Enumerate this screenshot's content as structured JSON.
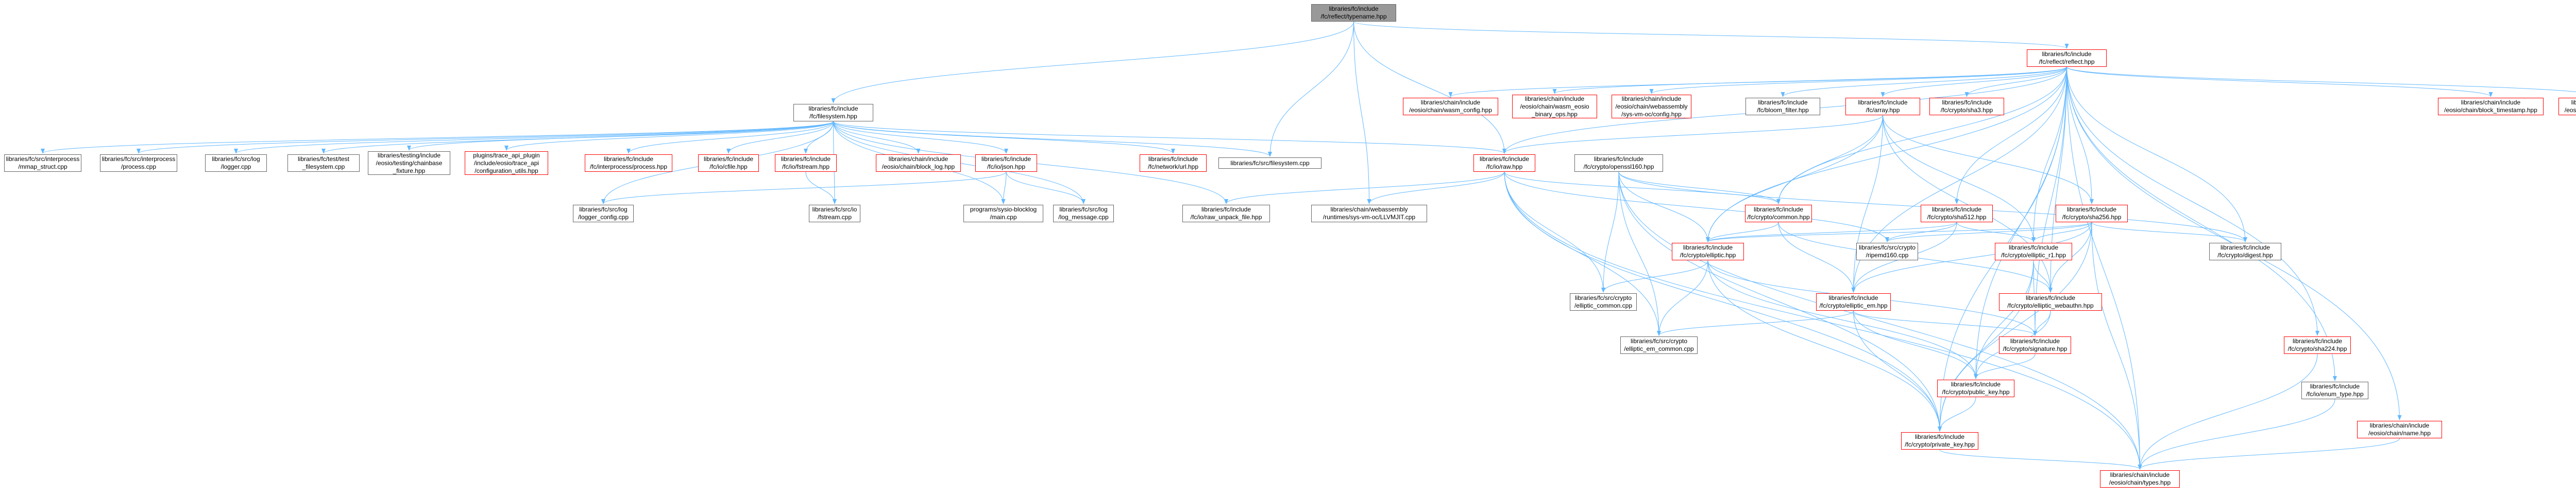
{
  "diagram": {
    "edge_color": "#63b8ff",
    "node_border": "#666666",
    "missing_border": "#ff0000",
    "root_fill": "#999999",
    "nodes": [
      {
        "id": "root",
        "label": "libraries/fc/include\n/fc/reflect/typename.hpp",
        "style": "root"
      },
      {
        "id": "reflect",
        "label": "libraries/fc/include\n/fc/reflect/reflect.hpp",
        "style": "red"
      },
      {
        "id": "filesystem",
        "label": "libraries/fc/include\n/fc/filesystem.hpp",
        "style": "normal"
      },
      {
        "id": "eosio_config",
        "label": "libraries/chain/include\n/eosio/chain/wasm_config.hpp",
        "style": "red"
      },
      {
        "id": "wasm_binary",
        "label": "libraries/chain/include\n/eosio/chain/wasm_eosio\n_binary_ops.hpp",
        "style": "red"
      },
      {
        "id": "webassembly_config",
        "label": "libraries/chain/include\n/eosio/chain/webassembly\n/sys-vm-oc/config.hpp",
        "style": "red"
      },
      {
        "id": "bloom",
        "label": "libraries/fc/include\n/fc/bloom_filter.hpp",
        "style": "normal"
      },
      {
        "id": "array",
        "label": "libraries/fc/include\n/fc/array.hpp",
        "style": "red"
      },
      {
        "id": "sha3",
        "label": "libraries/fc/include\n/fc/crypto/sha3.hpp",
        "style": "red"
      },
      {
        "id": "block_ts",
        "label": "libraries/chain/include\n/eosio/chain/block_timestamp.hpp",
        "style": "red"
      },
      {
        "id": "kv_config",
        "label": "libraries/chain/include\n/eosio/chain/kv_config.hpp",
        "style": "red"
      },
      {
        "id": "interproc_mmap",
        "label": "libraries/fc/src/interprocess\n/mmap_struct.cpp",
        "style": "normal"
      },
      {
        "id": "interproc_process",
        "label": "libraries/fc/src/interprocess\n/process.cpp",
        "style": "normal"
      },
      {
        "id": "log_logger",
        "label": "libraries/fc/src/log\n/logger.cpp",
        "style": "normal"
      },
      {
        "id": "test_fs",
        "label": "libraries/fc/test/test\n_filesystem.cpp",
        "style": "normal"
      },
      {
        "id": "testing_chainbase",
        "label": "libraries/testing/include\n/eosio/testing/chainbase\n_fixture.hpp",
        "style": "normal"
      },
      {
        "id": "trace_api",
        "label": "plugins/trace_api_plugin\n/include/eosio/trace_api\n/configuration_utils.hpp",
        "style": "red"
      },
      {
        "id": "fc_process",
        "label": "libraries/fc/include\n/fc/interprocess/process.hpp",
        "style": "red"
      },
      {
        "id": "fc_io",
        "label": "libraries/fc/include\n/fc/io/cfile.hpp",
        "style": "red"
      },
      {
        "id": "fstream",
        "label": "libraries/fc/include\n/fc/io/fstream.hpp",
        "style": "red"
      },
      {
        "id": "block_log",
        "label": "libraries/chain/include\n/eosio/chain/block_log.hpp",
        "style": "red"
      },
      {
        "id": "json",
        "label": "libraries/fc/include\n/fc/io/json.hpp",
        "style": "red"
      },
      {
        "id": "network_url",
        "label": "libraries/fc/include\n/fc/network/url.hpp",
        "style": "red"
      },
      {
        "id": "fs_cpp",
        "label": "libraries/fc/src/filesystem.cpp",
        "style": "normal"
      },
      {
        "id": "raw",
        "label": "libraries/fc/include\n/fc/io/raw.hpp",
        "style": "red"
      },
      {
        "id": "openssl160",
        "label": "libraries/fc/include\n/fc/crypto/openssl160.hpp",
        "style": "normal"
      },
      {
        "id": "logger_config",
        "label": "libraries/fc/src/log\n/logger_config.cpp",
        "style": "normal"
      },
      {
        "id": "fstream_cpp",
        "label": "libraries/fc/src/io\n/fstream.cpp",
        "style": "normal"
      },
      {
        "id": "sysio_main",
        "label": "programs/sysio-blocklog\n/main.cpp",
        "style": "normal"
      },
      {
        "id": "log_message",
        "label": "libraries/fc/src/log\n/log_message.cpp",
        "style": "normal"
      },
      {
        "id": "raw_unpack",
        "label": "libraries/fc/include\n/fc/io/raw_unpack_file.hpp",
        "style": "normal"
      },
      {
        "id": "runtimes",
        "label": "libraries/chain/webassembly\n/runtimes/sys-vm-oc/LLVMJIT.cpp",
        "style": "normal"
      },
      {
        "id": "common",
        "label": "libraries/fc/include\n/fc/crypto/common.hpp",
        "style": "red"
      },
      {
        "id": "sha512",
        "label": "libraries/fc/include\n/fc/crypto/sha512.hpp",
        "style": "red"
      },
      {
        "id": "sha256",
        "label": "libraries/fc/include\n/fc/crypto/sha256.hpp",
        "style": "red"
      },
      {
        "id": "elliptic",
        "label": "libraries/fc/include\n/fc/crypto/elliptic.hpp",
        "style": "red"
      },
      {
        "id": "ripemd_cpp",
        "label": "libraries/fc/src/crypto\n/ripemd160.cpp",
        "style": "normal"
      },
      {
        "id": "elliptic_r1",
        "label": "libraries/fc/include\n/fc/crypto/elliptic_r1.hpp",
        "style": "red"
      },
      {
        "id": "digest",
        "label": "libraries/fc/include\n/fc/crypto/digest.hpp",
        "style": "normal"
      },
      {
        "id": "elliptic_common",
        "label": "libraries/fc/src/crypto\n/elliptic_common.cpp",
        "style": "normal"
      },
      {
        "id": "elliptic_em",
        "label": "libraries/fc/include\n/fc/crypto/elliptic_em.hpp",
        "style": "red"
      },
      {
        "id": "webauthn",
        "label": "libraries/fc/include\n/fc/crypto/elliptic_webauthn.hpp",
        "style": "red"
      },
      {
        "id": "elliptic_em_common",
        "label": "libraries/fc/src/crypto\n/elliptic_em_common.cpp",
        "style": "normal"
      },
      {
        "id": "signature",
        "label": "libraries/fc/include\n/fc/crypto/signature.hpp",
        "style": "red"
      },
      {
        "id": "sha224",
        "label": "libraries/fc/include\n/fc/crypto/sha224.hpp",
        "style": "red"
      },
      {
        "id": "public_key",
        "label": "libraries/fc/include\n/fc/crypto/public_key.hpp",
        "style": "red"
      },
      {
        "id": "enum_type",
        "label": "libraries/fc/include\n/fc/io/enum_type.hpp",
        "style": "normal"
      },
      {
        "id": "name",
        "label": "libraries/chain/include\n/eosio/chain/name.hpp",
        "style": "red"
      },
      {
        "id": "private_key",
        "label": "libraries/fc/include\n/fc/crypto/private_key.hpp",
        "style": "red"
      },
      {
        "id": "types",
        "label": "libraries/chain/include\n/eosio/chain/types.hpp",
        "style": "red"
      }
    ],
    "edges": [
      [
        "root",
        "reflect"
      ],
      [
        "root",
        "filesystem"
      ],
      [
        "root",
        "raw"
      ],
      [
        "root",
        "runtimes"
      ],
      [
        "root",
        "fs_cpp"
      ],
      [
        "reflect",
        "eosio_config"
      ],
      [
        "reflect",
        "wasm_binary"
      ],
      [
        "reflect",
        "webassembly_config"
      ],
      [
        "reflect",
        "bloom"
      ],
      [
        "reflect",
        "array"
      ],
      [
        "reflect",
        "sha3"
      ],
      [
        "reflect",
        "block_ts"
      ],
      [
        "reflect",
        "kv_config"
      ],
      [
        "reflect",
        "raw"
      ],
      [
        "reflect",
        "common"
      ],
      [
        "reflect",
        "sha512"
      ],
      [
        "reflect",
        "sha256"
      ],
      [
        "reflect",
        "elliptic"
      ],
      [
        "reflect",
        "elliptic_r1"
      ],
      [
        "reflect",
        "digest"
      ],
      [
        "reflect",
        "elliptic_em"
      ],
      [
        "reflect",
        "webauthn"
      ],
      [
        "reflect",
        "signature"
      ],
      [
        "reflect",
        "sha224"
      ],
      [
        "reflect",
        "public_key"
      ],
      [
        "reflect",
        "enum_type"
      ],
      [
        "reflect",
        "name"
      ],
      [
        "reflect",
        "private_key"
      ],
      [
        "reflect",
        "types"
      ],
      [
        "filesystem",
        "interproc_mmap"
      ],
      [
        "filesystem",
        "interproc_process"
      ],
      [
        "filesystem",
        "log_logger"
      ],
      [
        "filesystem",
        "test_fs"
      ],
      [
        "filesystem",
        "testing_chainbase"
      ],
      [
        "filesystem",
        "trace_api"
      ],
      [
        "filesystem",
        "fc_process"
      ],
      [
        "filesystem",
        "fc_io"
      ],
      [
        "filesystem",
        "fstream"
      ],
      [
        "filesystem",
        "block_log"
      ],
      [
        "filesystem",
        "json"
      ],
      [
        "filesystem",
        "network_url"
      ],
      [
        "filesystem",
        "fs_cpp"
      ],
      [
        "filesystem",
        "raw"
      ],
      [
        "filesystem",
        "logger_config"
      ],
      [
        "filesystem",
        "fstream_cpp"
      ],
      [
        "filesystem",
        "sysio_main"
      ],
      [
        "filesystem",
        "log_message"
      ],
      [
        "filesystem",
        "raw_unpack"
      ],
      [
        "json",
        "logger_config"
      ],
      [
        "json",
        "sysio_main"
      ],
      [
        "json",
        "log_message"
      ],
      [
        "fstream",
        "fstream_cpp"
      ],
      [
        "array",
        "raw"
      ],
      [
        "array",
        "common"
      ],
      [
        "array",
        "elliptic"
      ],
      [
        "array",
        "sha256"
      ],
      [
        "array",
        "elliptic_r1"
      ],
      [
        "array",
        "elliptic_em"
      ],
      [
        "array",
        "webauthn"
      ],
      [
        "raw",
        "raw_unpack"
      ],
      [
        "raw",
        "runtimes"
      ],
      [
        "raw",
        "common"
      ],
      [
        "raw",
        "elliptic_common"
      ],
      [
        "raw",
        "elliptic_em_common"
      ],
      [
        "raw",
        "private_key"
      ],
      [
        "raw",
        "types"
      ],
      [
        "raw",
        "ripemd_cpp"
      ],
      [
        "openssl160",
        "common"
      ],
      [
        "openssl160",
        "digest"
      ],
      [
        "openssl160",
        "elliptic"
      ],
      [
        "openssl160",
        "elliptic_common"
      ],
      [
        "openssl160",
        "elliptic_em_common"
      ],
      [
        "openssl160",
        "types"
      ],
      [
        "openssl160",
        "private_key"
      ],
      [
        "common",
        "elliptic"
      ],
      [
        "common",
        "elliptic_em"
      ],
      [
        "common",
        "webauthn"
      ],
      [
        "sha512",
        "elliptic"
      ],
      [
        "sha512",
        "ripemd_cpp"
      ],
      [
        "sha512",
        "elliptic_r1"
      ],
      [
        "sha512",
        "elliptic_em"
      ],
      [
        "sha256",
        "elliptic"
      ],
      [
        "sha256",
        "ripemd_cpp"
      ],
      [
        "sha256",
        "elliptic_r1"
      ],
      [
        "sha256",
        "digest"
      ],
      [
        "sha256",
        "elliptic_em"
      ],
      [
        "sha256",
        "webauthn"
      ],
      [
        "sha256",
        "private_key"
      ],
      [
        "sha256",
        "types"
      ],
      [
        "elliptic",
        "elliptic_common"
      ],
      [
        "elliptic",
        "elliptic_em_common"
      ],
      [
        "elliptic",
        "signature"
      ],
      [
        "elliptic",
        "public_key"
      ],
      [
        "elliptic",
        "private_key"
      ],
      [
        "elliptic_r1",
        "webauthn"
      ],
      [
        "elliptic_r1",
        "signature"
      ],
      [
        "elliptic_r1",
        "public_key"
      ],
      [
        "elliptic_r1",
        "private_key"
      ],
      [
        "elliptic_em",
        "elliptic_em_common"
      ],
      [
        "elliptic_em",
        "signature"
      ],
      [
        "elliptic_em",
        "public_key"
      ],
      [
        "elliptic_em",
        "private_key"
      ],
      [
        "webauthn",
        "signature"
      ],
      [
        "webauthn",
        "public_key"
      ],
      [
        "signature",
        "public_key"
      ],
      [
        "public_key",
        "private_key"
      ],
      [
        "private_key",
        "types"
      ],
      [
        "sha224",
        "types"
      ],
      [
        "enum_type",
        "types"
      ],
      [
        "name",
        "types"
      ]
    ]
  }
}
